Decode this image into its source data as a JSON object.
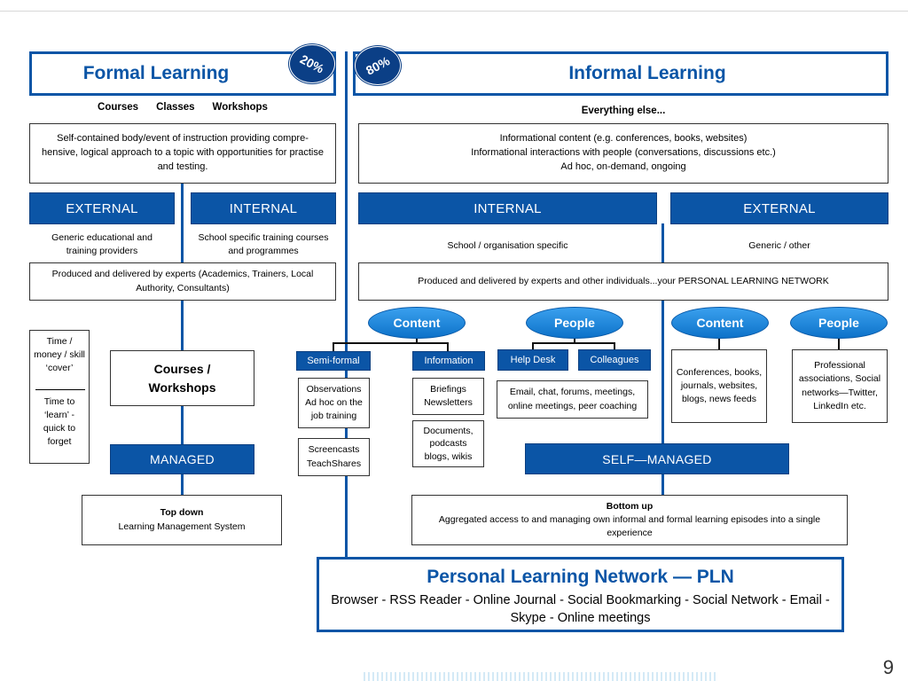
{
  "formal": {
    "title": "Formal Learning",
    "percent": "20%",
    "types": [
      "Courses",
      "Classes",
      "Workshops"
    ],
    "definition": "Self-contained body/event of instruction providing compre-hensive, logical approach to a topic with opportunities for practise and testing.",
    "external_label": "EXTERNAL",
    "internal_label": "INTERNAL",
    "external_desc": "Generic educational and training providers",
    "internal_desc": "School specific training courses and programmes",
    "produced": "Produced and delivered by experts (Academics, Trainers, Local Authority, Consultants)",
    "side_note_top": "Time / money / skill ‘cover’",
    "side_note_bottom": "Time to ‘learn’ - quick to forget",
    "courses_box": "Courses / Workshops",
    "managed_label": "MANAGED",
    "topdown_title": "Top down",
    "topdown_desc": "Learning Management System"
  },
  "informal": {
    "title": "Informal Learning",
    "percent": "80%",
    "everything_else": "Everything else...",
    "definition_lines": [
      "Informational content (e.g. conferences, books, websites)",
      "Informational interactions with people (conversations, discussions etc.)",
      "Ad hoc, on-demand, ongoing"
    ],
    "internal_label": "INTERNAL",
    "external_label": "EXTERNAL",
    "internal_desc": "School / organisation specific",
    "external_desc": "Generic / other",
    "produced": "Produced and delivered by experts and other individuals...your PERSONAL LEARNING NETWORK",
    "ovals": [
      "Content",
      "People",
      "Content",
      "People"
    ],
    "semiformal_label": "Semi-formal",
    "information_label": "Information",
    "helpdesk_label": "Help Desk",
    "colleagues_label": "Colleagues",
    "semiformal_box1": "Observations Ad hoc on the job training",
    "semiformal_box2": "Screencasts TeachShares",
    "information_box1": "Briefings Newsletters",
    "information_box2": "Documents, podcasts blogs, wikis",
    "people_box": "Email, chat, forums, meetings, online meetings, peer coaching",
    "ext_content_box": "Conferences, books, journals, websites, blogs, news feeds",
    "ext_people_box": "Professional associations, Social networks—Twitter, LinkedIn etc.",
    "selfmanaged_label": "SELF—MANAGED",
    "bottomup_title": "Bottom up",
    "bottomup_desc": "Aggregated access to and managing own informal and formal learning episodes into a single experience"
  },
  "pln": {
    "title": "Personal Learning Network — PLN",
    "tools": "Browser - RSS Reader - Online Journal - Social Bookmarking - Social Network - Email - Skype - Online meetings"
  },
  "page_number": "9"
}
